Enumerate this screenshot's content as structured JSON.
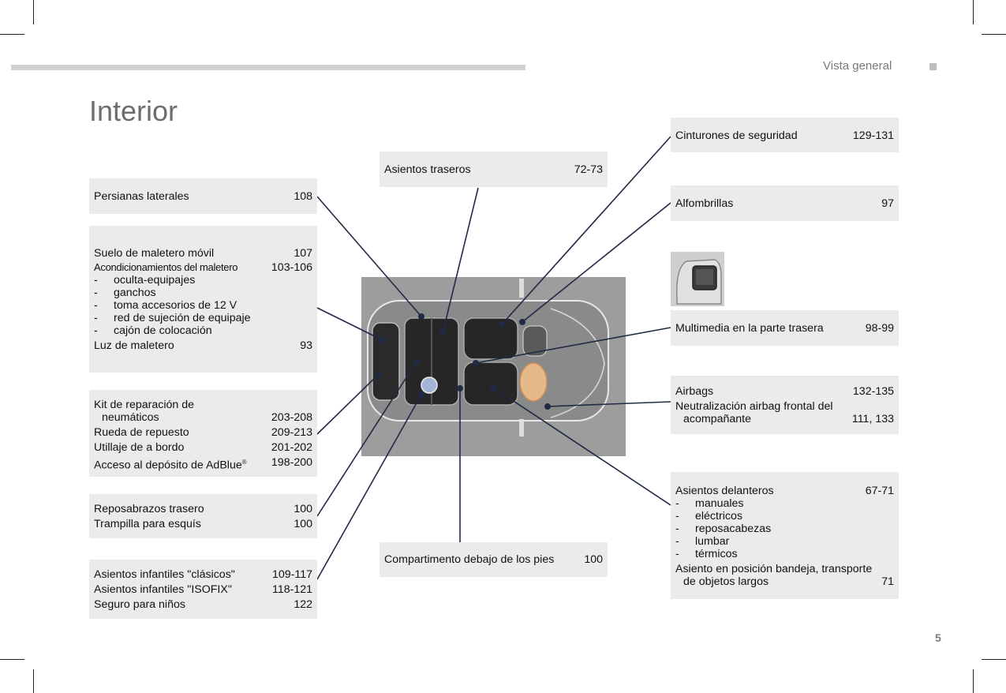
{
  "header": {
    "section_title": "Vista general"
  },
  "page": {
    "title": "Interior",
    "number": "5"
  },
  "boxes": {
    "persianas": {
      "rows": [
        {
          "text": "Persianas laterales",
          "pages": "108"
        }
      ]
    },
    "suelo": {
      "rows": [
        {
          "text": "Suelo de maletero móvil",
          "pages": "107"
        },
        {
          "text": "Acondicionamientos del maletero",
          "pages": "103-106"
        }
      ],
      "subitems": [
        "oculta-equipajes",
        "ganchos",
        "toma accesorios de 12 V",
        "red de sujeción de equipaje",
        "cajón de colocación"
      ],
      "last": {
        "text": "Luz de maletero",
        "pages": "93"
      }
    },
    "kit": {
      "line1": "Kit de reparación de",
      "line2": "neumáticos",
      "line2_pages": "203-208",
      "rows": [
        {
          "text": "Rueda de repuesto",
          "pages": "209-213"
        },
        {
          "text": "Utillaje de a bordo",
          "pages": "201-202"
        },
        {
          "text": "Acceso al depósito de AdBlue",
          "pages": "198-200"
        }
      ],
      "reg_mark": "®"
    },
    "reposabrazos": {
      "rows": [
        {
          "text": "Reposabrazos trasero",
          "pages": "100"
        },
        {
          "text": "Trampilla para esquís",
          "pages": "100"
        }
      ]
    },
    "infantiles": {
      "rows": [
        {
          "text": "Asientos infantiles \"clásicos\"",
          "pages": "109-117"
        },
        {
          "text": "Asientos infantiles \"ISOFIX\"",
          "pages": "118-121"
        },
        {
          "text": "Seguro para niños",
          "pages": "122"
        }
      ]
    },
    "traseros": {
      "rows": [
        {
          "text": "Asientos traseros",
          "pages": "72-73"
        }
      ]
    },
    "compartimento": {
      "rows": [
        {
          "text": "Compartimento debajo de los pies",
          "pages": "100"
        }
      ]
    },
    "cinturones": {
      "rows": [
        {
          "text": "Cinturones de seguridad",
          "pages": "129-131"
        }
      ]
    },
    "alfombrillas": {
      "rows": [
        {
          "text": "Alfombrillas",
          "pages": "97"
        }
      ]
    },
    "multimedia": {
      "rows": [
        {
          "text": "Multimedia en la parte trasera",
          "pages": "98-99"
        }
      ]
    },
    "airbags": {
      "rows": [
        {
          "text": "Airbags",
          "pages": "132-135"
        }
      ],
      "line1": "Neutralización airbag frontal del",
      "line2": "acompañante",
      "line2_pages": "111, 133"
    },
    "delanteros": {
      "rows": [
        {
          "text": "Asientos delanteros",
          "pages": "67-71"
        }
      ],
      "subitems": [
        "manuales",
        "eléctricos",
        "reposacabezas",
        "lumbar",
        "térmicos"
      ],
      "line1": "Asiento en posición bandeja, transporte",
      "line2": "de objetos largos",
      "line2_pages": "71"
    }
  },
  "colors": {
    "box_bg": "#ebebeb",
    "leader": "#1f2a44",
    "illustration_bg": "#9d9d9d"
  }
}
